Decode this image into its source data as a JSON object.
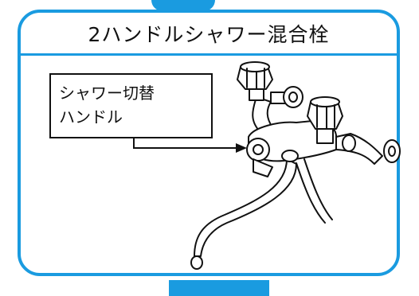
{
  "header": {
    "title": "2ハンドルシャワー混合栓"
  },
  "callout": {
    "line1": "シャワー切替",
    "line2": "ハンドル"
  },
  "colors": {
    "accent": "#1a9be0",
    "line": "#111111",
    "background": "#ffffff"
  }
}
